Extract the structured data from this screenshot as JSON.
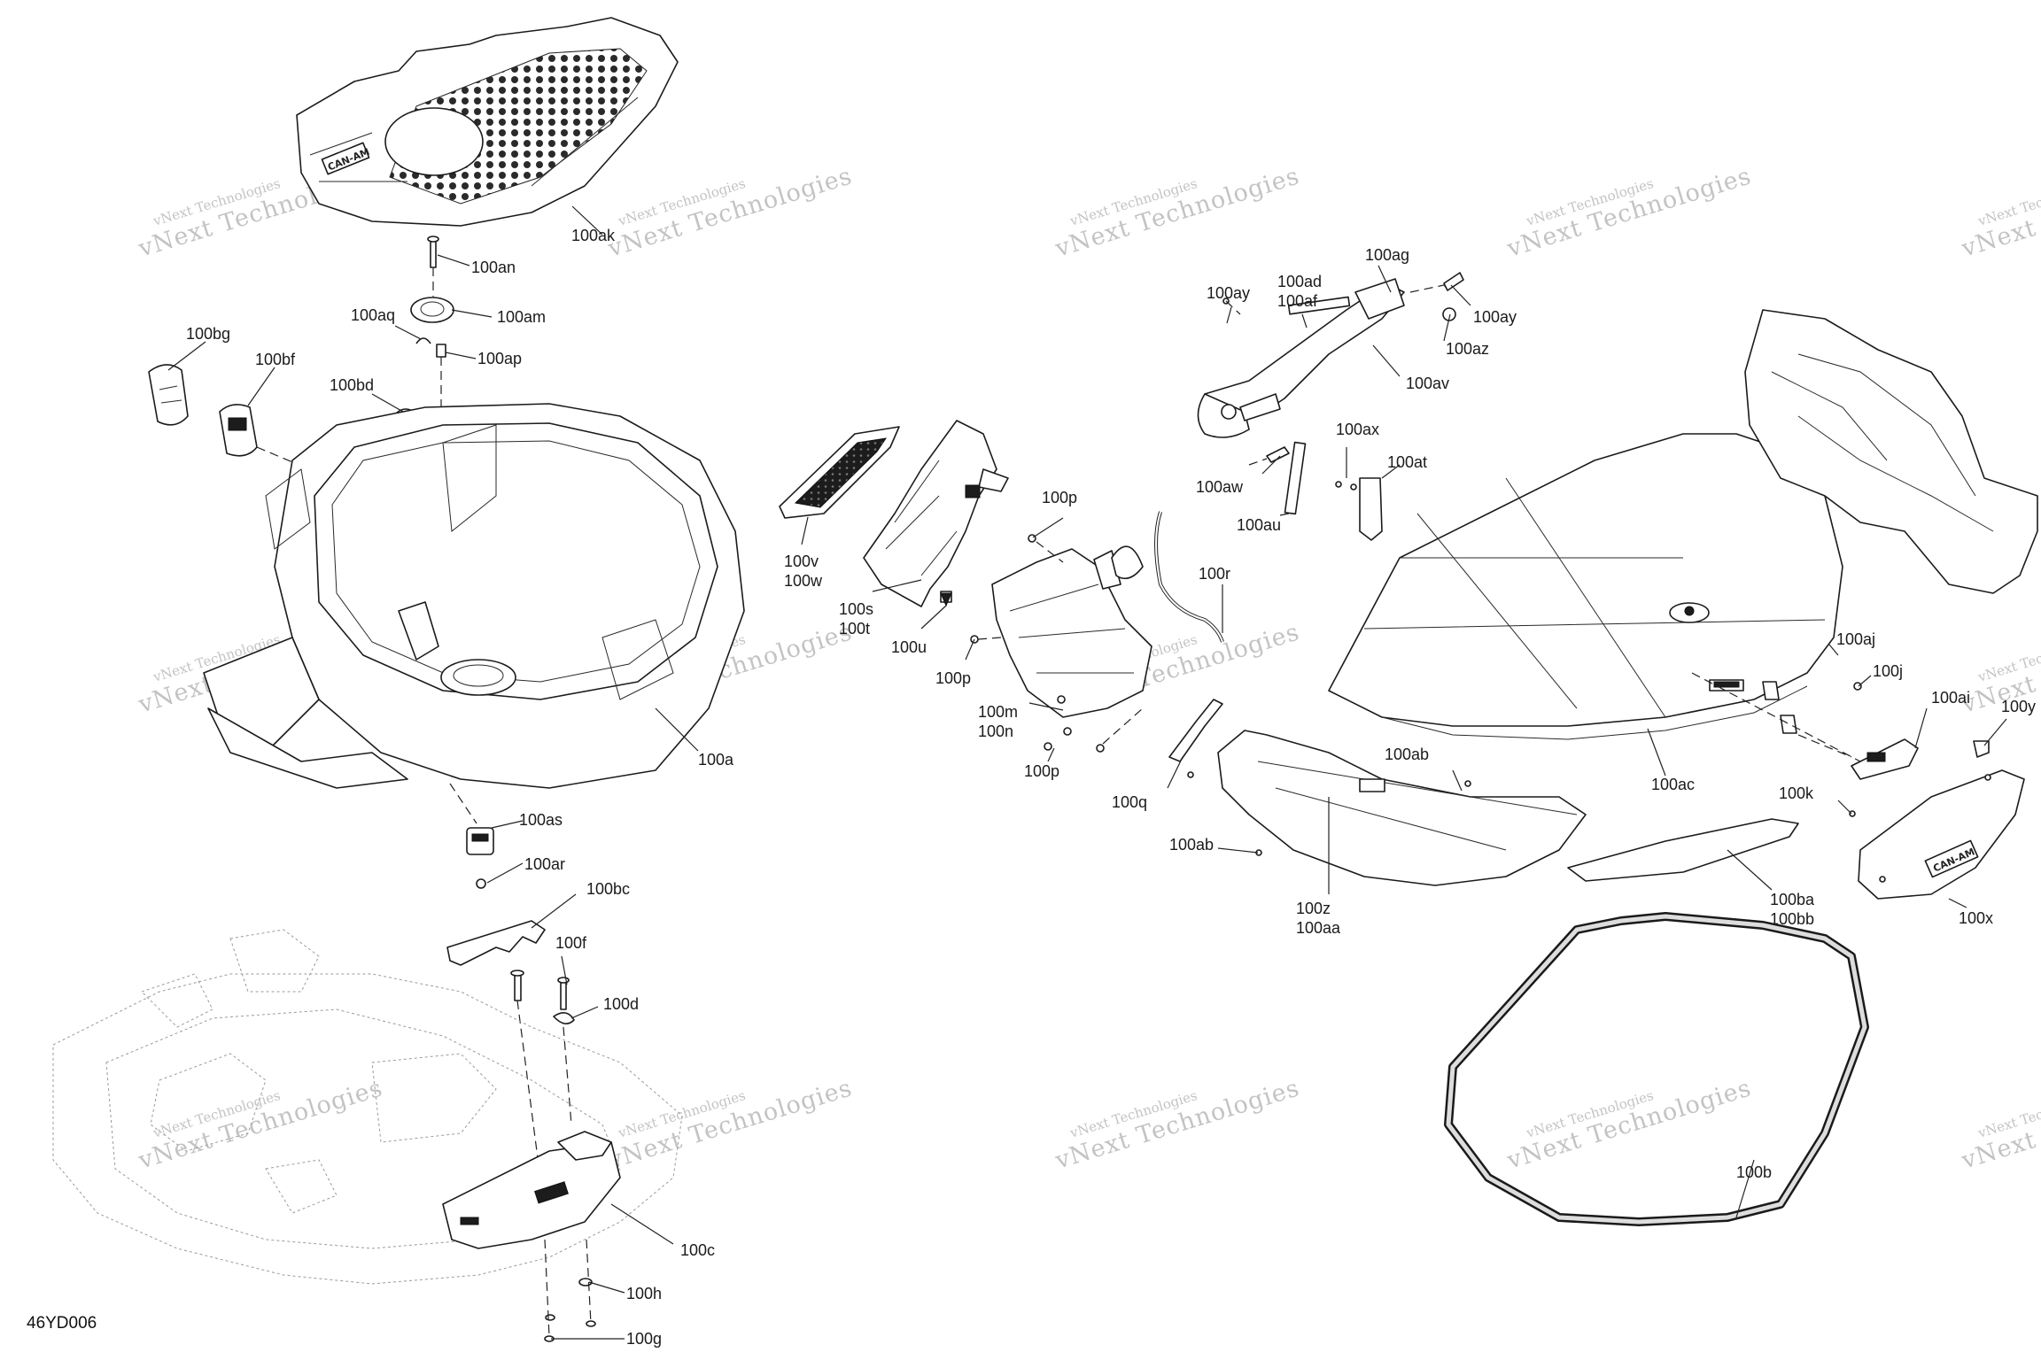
{
  "diagram_ref": "46YD006",
  "watermark": {
    "line1": "vNext Technologies",
    "line2": "vNext\nTechnologies"
  },
  "callouts": [
    {
      "id": "100ak",
      "label": "100ak"
    },
    {
      "id": "100an",
      "label": "100an"
    },
    {
      "id": "100am",
      "label": "100am"
    },
    {
      "id": "100aq",
      "label": "100aq"
    },
    {
      "id": "100ap",
      "label": "100ap"
    },
    {
      "id": "100bg",
      "label": "100bg"
    },
    {
      "id": "100bf",
      "label": "100bf"
    },
    {
      "id": "100bd",
      "label": "100bd"
    },
    {
      "id": "100a",
      "label": "100a"
    },
    {
      "id": "100as",
      "label": "100as"
    },
    {
      "id": "100ar",
      "label": "100ar"
    },
    {
      "id": "100bc",
      "label": "100bc"
    },
    {
      "id": "100f",
      "label": "100f"
    },
    {
      "id": "100d",
      "label": "100d"
    },
    {
      "id": "100c",
      "label": "100c"
    },
    {
      "id": "100h",
      "label": "100h"
    },
    {
      "id": "100g",
      "label": "100g"
    },
    {
      "id": "100v-100w",
      "label": "100v\n100w"
    },
    {
      "id": "100s-100t",
      "label": "100s\n100t"
    },
    {
      "id": "100u",
      "label": "100u"
    },
    {
      "id": "100p-top",
      "label": "100p"
    },
    {
      "id": "100p-mid",
      "label": "100p"
    },
    {
      "id": "100p-low",
      "label": "100p"
    },
    {
      "id": "100m-100n",
      "label": "100m\n100n"
    },
    {
      "id": "100r",
      "label": "100r"
    },
    {
      "id": "100q",
      "label": "100q"
    },
    {
      "id": "100ay-left",
      "label": "100ay"
    },
    {
      "id": "100ad-100af",
      "label": "100ad\n100af"
    },
    {
      "id": "100ag",
      "label": "100ag"
    },
    {
      "id": "100ay-right",
      "label": "100ay"
    },
    {
      "id": "100az",
      "label": "100az"
    },
    {
      "id": "100av",
      "label": "100av"
    },
    {
      "id": "100ax",
      "label": "100ax"
    },
    {
      "id": "100at",
      "label": "100at"
    },
    {
      "id": "100aw",
      "label": "100aw"
    },
    {
      "id": "100au",
      "label": "100au"
    },
    {
      "id": "100aj",
      "label": "100aj"
    },
    {
      "id": "100j",
      "label": "100j"
    },
    {
      "id": "100ai",
      "label": "100ai"
    },
    {
      "id": "100y",
      "label": "100y"
    },
    {
      "id": "100ab-upper",
      "label": "100ab"
    },
    {
      "id": "100ab-lower",
      "label": "100ab"
    },
    {
      "id": "100ac",
      "label": "100ac"
    },
    {
      "id": "100k",
      "label": "100k"
    },
    {
      "id": "100z-100aa",
      "label": "100z\n100aa"
    },
    {
      "id": "100ba-100bb",
      "label": "100ba\n100bb"
    },
    {
      "id": "100x",
      "label": "100x"
    },
    {
      "id": "100b",
      "label": "100b"
    }
  ]
}
